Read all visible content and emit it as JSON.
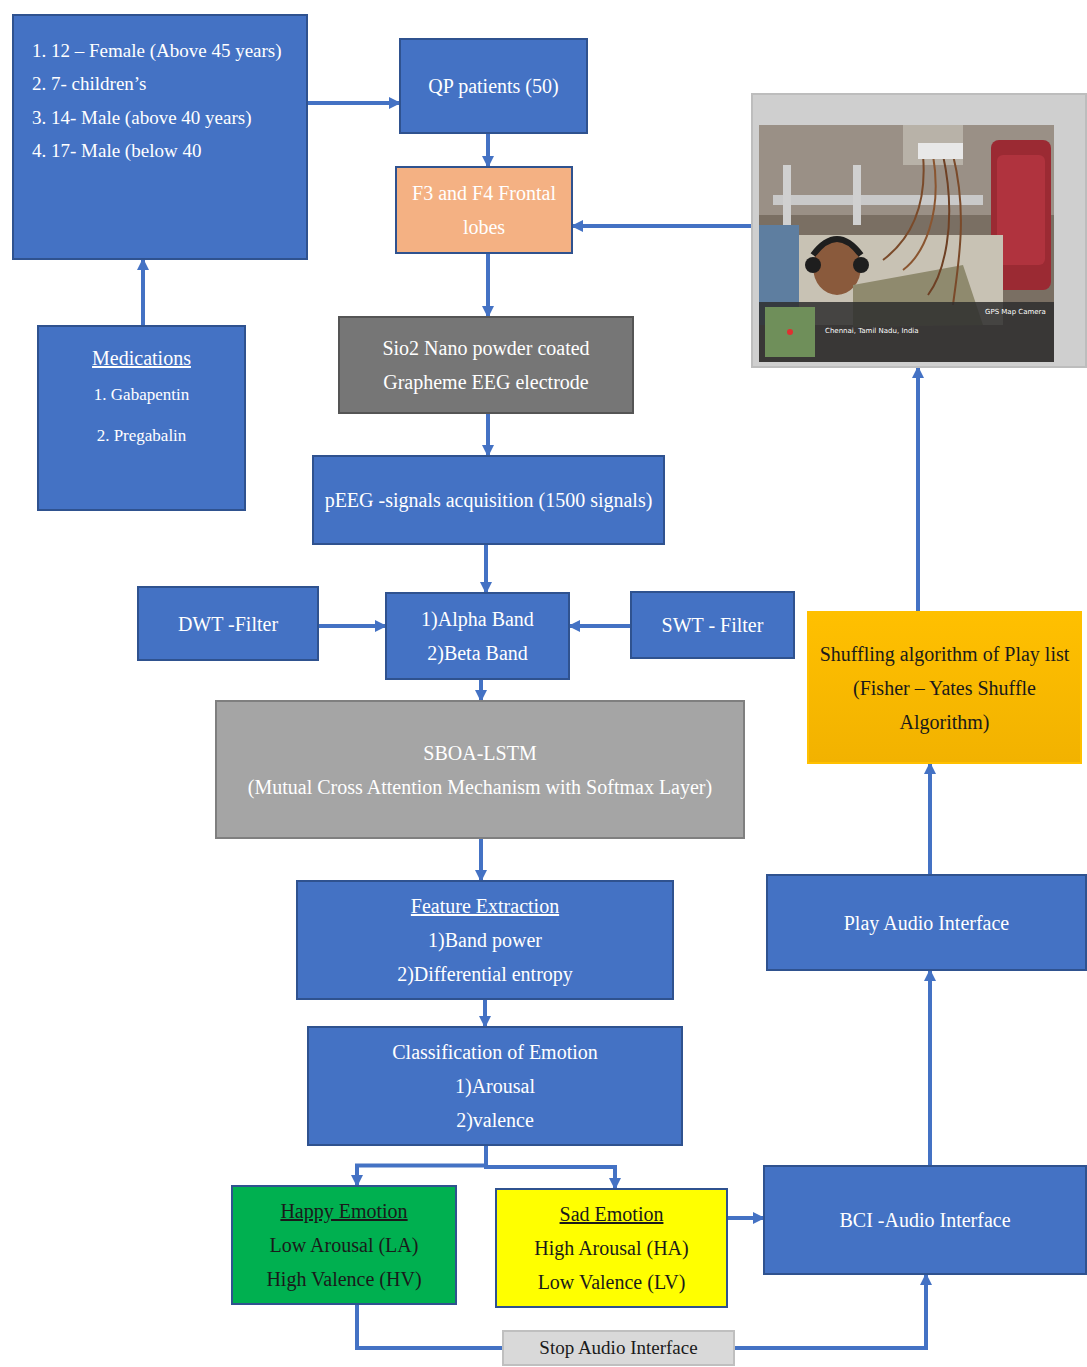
{
  "diagram": {
    "nodes": [
      {
        "text": [
          "1. 12 – Female (Above 45 years)",
          "2. 7- children’s",
          "3. 14- Male (above 40 years)",
          "4. 17- Male (below 40"
        ]
      },
      {
        "text": [
          "QP patients (50)"
        ]
      },
      {
        "text": [
          "F3 and F4 Frontal lobes"
        ]
      },
      {
        "text": [
          "GPS Map Camera",
          "Chennai, Tamil Nadu, India"
        ]
      },
      {
        "text": [
          "Medications",
          "1. Gabapentin",
          "2. Pregabalin"
        ]
      },
      {
        "text": [
          "Sio2 Nano powder coated Grapheme EEG electrode"
        ]
      },
      {
        "text": [
          "pEEG -signals acquisition (1500 signals)"
        ]
      },
      {
        "text": [
          "DWT -Filter"
        ]
      },
      {
        "text": [
          "1)Alpha Band",
          "2)Beta Band"
        ]
      },
      {
        "text": [
          "SWT - Filter"
        ]
      },
      {
        "text": [
          "Shuffling algorithm of Play list (Fisher – Yates Shuffle Algorithm)"
        ]
      },
      {
        "text": [
          "SBOA-LSTM",
          "(Mutual Cross Attention Mechanism with Softmax Layer)"
        ]
      },
      {
        "text": [
          "Play Audio Interface"
        ]
      },
      {
        "text": [
          "Feature Extraction",
          "1)Band power",
          "2)Differential entropy"
        ]
      },
      {
        "text": [
          "Classification of Emotion",
          "1)Arousal",
          "2)valence"
        ]
      },
      {
        "text": [
          "Happy Emotion",
          "Low Arousal (LA)",
          "High Valence (HV)"
        ]
      },
      {
        "text": [
          "Sad Emotion",
          "High Arousal (HA)",
          "Low Valence (LV)"
        ]
      },
      {
        "text": [
          "BCI -Audio Interface"
        ]
      },
      {
        "text": [
          "Stop Audio Interface"
        ]
      }
    ],
    "edges": [
      {
        "from": 0,
        "to": 1,
        "arrow": "to"
      },
      {
        "from": 4,
        "to": 0,
        "arrow": "to"
      },
      {
        "from": 1,
        "to": 2,
        "arrow": "to"
      },
      {
        "from": 3,
        "to": 2,
        "arrow": "to"
      },
      {
        "from": 2,
        "to": 5,
        "arrow": "to"
      },
      {
        "from": 5,
        "to": 6,
        "arrow": "to"
      },
      {
        "from": 6,
        "to": 8,
        "arrow": "to"
      },
      {
        "from": 7,
        "to": 8,
        "arrow": "to"
      },
      {
        "from": 9,
        "to": 8,
        "arrow": "to"
      },
      {
        "from": 8,
        "to": 11,
        "arrow": "to"
      },
      {
        "from": 11,
        "to": 13,
        "arrow": "to"
      },
      {
        "from": 13,
        "to": 14,
        "arrow": "to"
      },
      {
        "from": 14,
        "to": 15,
        "arrow": "to"
      },
      {
        "from": 14,
        "to": 16,
        "arrow": "to"
      },
      {
        "from": 16,
        "to": 17,
        "arrow": "to"
      },
      {
        "from": 15,
        "to": 18,
        "arrow": "none"
      },
      {
        "from": 18,
        "to": 17,
        "arrow": "to"
      },
      {
        "from": 17,
        "to": 12,
        "arrow": "to"
      },
      {
        "from": 12,
        "to": 10,
        "arrow": "to"
      },
      {
        "from": 10,
        "to": 3,
        "arrow": "to"
      }
    ]
  }
}
